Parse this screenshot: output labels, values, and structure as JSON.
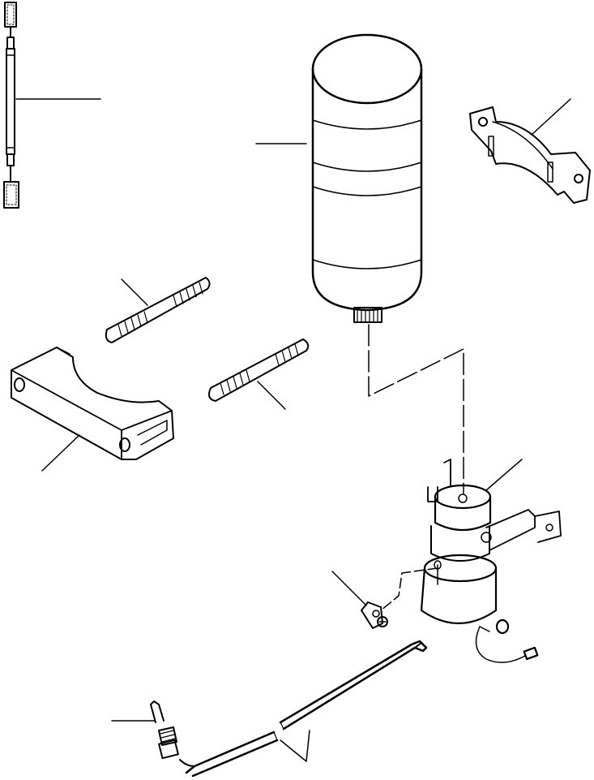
{
  "diagram": {
    "background_color": "#ffffff",
    "ink_color": "#000000",
    "parts": [
      "heater-hose",
      "receiver-drier",
      "drier-strap-clamp",
      "stud-bolt",
      "stud-bolt",
      "mounting-bracket-clamp",
      "engine-heater-element",
      "clip-screw",
      "temperature-sensor-probe"
    ]
  }
}
